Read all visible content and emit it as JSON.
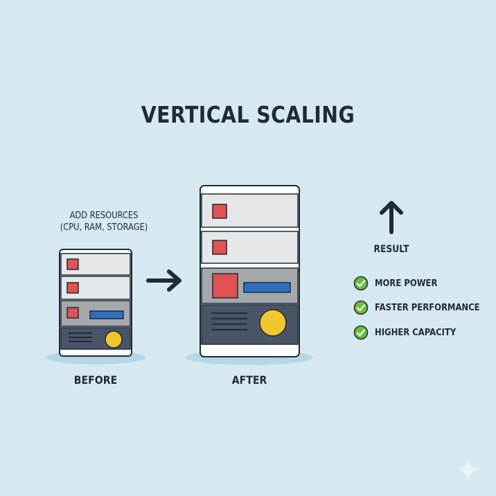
{
  "title": "VERTICAL SCALING",
  "add_resources": {
    "line1": "ADD RESOURCES",
    "line2": "(CPU, RAM, STORAGE)"
  },
  "before_label": "BEFORE",
  "after_label": "AFTER",
  "result": {
    "label": "RESULT",
    "items": [
      "MORE POWER",
      "FASTER PERFORMANCE",
      "HIGHER CAPACITY"
    ]
  },
  "colors": {
    "background": "#d6e9f1",
    "server_light": "#e6e7e9",
    "server_mid": "#a4a8ad",
    "server_dark": "#4a5568",
    "module_red": "#e15252",
    "bar_blue": "#2f6fc0",
    "disk_yellow": "#f2c72d",
    "check_green": "#6abe3a",
    "outline": "#1f2b35"
  },
  "icons": [
    "arrow-right-icon",
    "arrow-up-icon",
    "check-circle-icon",
    "sparkle-icon"
  ]
}
